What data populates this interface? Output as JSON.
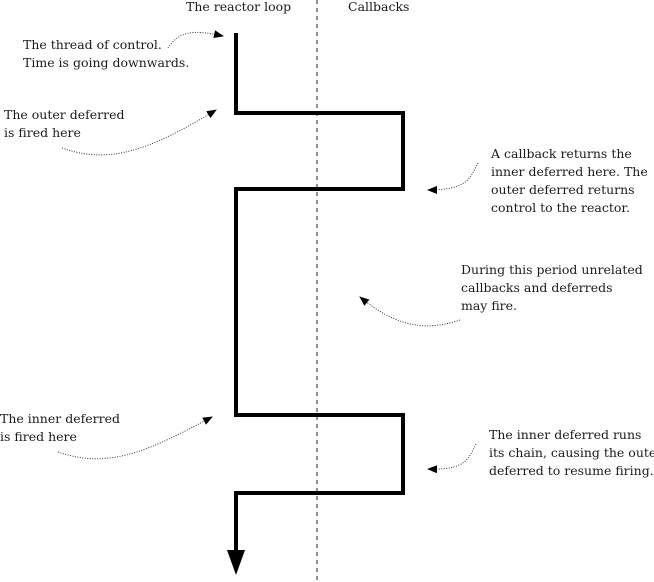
{
  "columns": {
    "reactor": "The reactor loop",
    "callbacks": "Callbacks"
  },
  "annotations": {
    "thread": "The thread of control.\nTime is going downwards.",
    "outer_fired": "The outer deferred\nis fired here",
    "callback_returns": "A callback returns the\ninner deferred here. The\nouter deferred returns\ncontrol to the reactor.",
    "unrelated": "During this period unrelated\ncallbacks and deferreds\nmay fire.",
    "inner_fired": "The inner deferred\nis fired here",
    "inner_runs": "The inner deferred runs\nits chain, causing the outer\ndeferred to resume firing."
  }
}
